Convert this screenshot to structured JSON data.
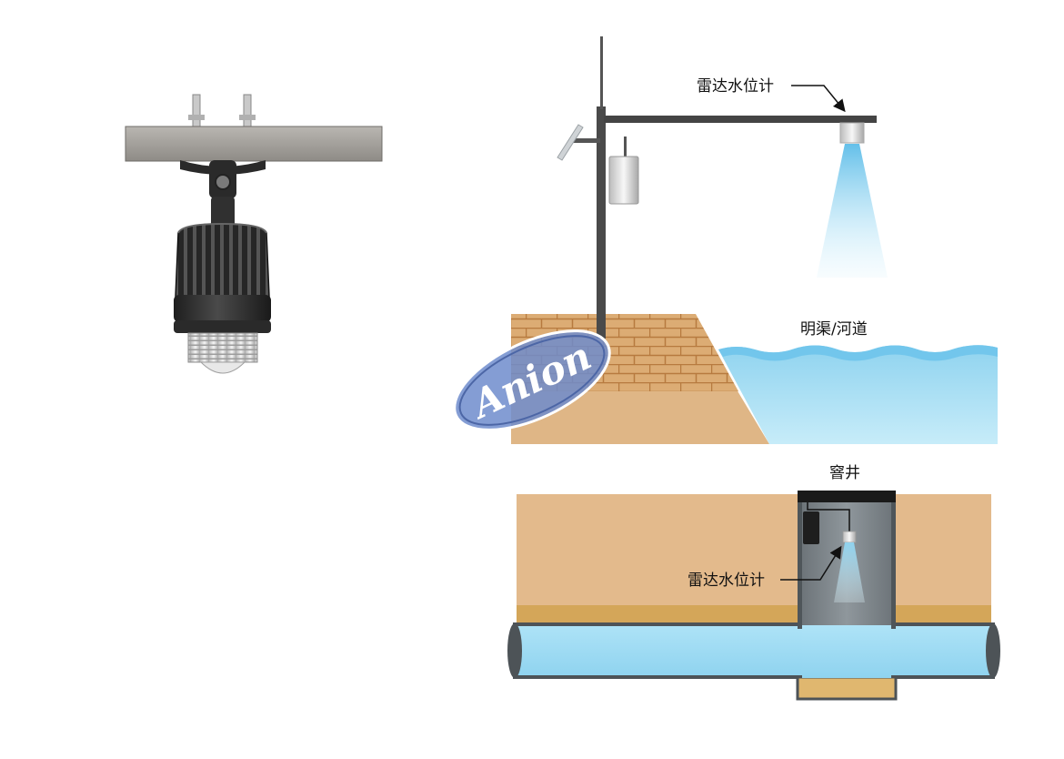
{
  "labels": {
    "radar_top": "雷达水位计",
    "channel": "明渠/河道",
    "manhole": "窨井",
    "radar_bottom": "雷达水位计"
  },
  "watermark": "Anion",
  "icons": [
    "radar-level-sensor-icon",
    "solar-panel-icon",
    "control-box-icon",
    "arrow-icon"
  ],
  "colors": {
    "water": "#8fd3ef",
    "water_dark": "#5bb9e6",
    "soil": "#e1b98c",
    "soil_dark": "#d4a25c",
    "brick": "#d8a76f",
    "pole": "#4a4a4a",
    "logo": "#5a76b8"
  }
}
